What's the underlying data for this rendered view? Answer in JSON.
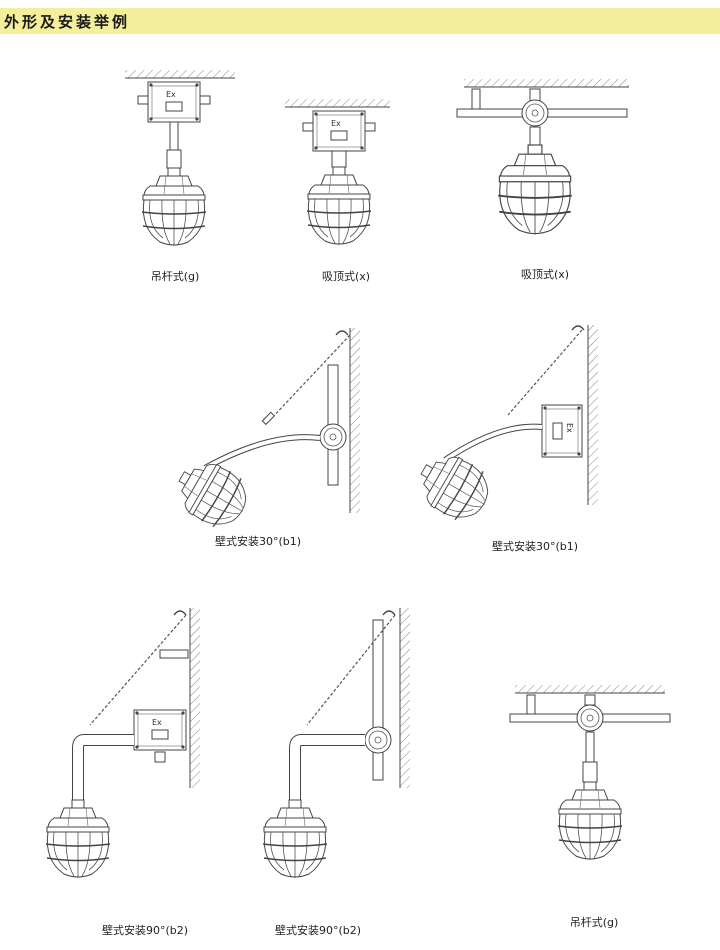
{
  "header": {
    "title": "外形及安装举例"
  },
  "panels": [
    {
      "id": "g1",
      "caption": "吊杆式(g)",
      "box_label": "Ex"
    },
    {
      "id": "x1",
      "caption": "吸顶式(x)",
      "box_label": "Ex"
    },
    {
      "id": "x2",
      "caption": "吸顶式(x)"
    },
    {
      "id": "b1a",
      "caption": "壁式安装30°(b1)"
    },
    {
      "id": "b1b",
      "caption": "壁式安装30°(b1)",
      "box_label": "Ex"
    },
    {
      "id": "b2a",
      "caption": "壁式安装90°(b2)",
      "box_label": "Ex"
    },
    {
      "id": "b2b",
      "caption": "壁式安装90°(b2)"
    },
    {
      "id": "g2",
      "caption": "吊杆式(g)"
    }
  ]
}
